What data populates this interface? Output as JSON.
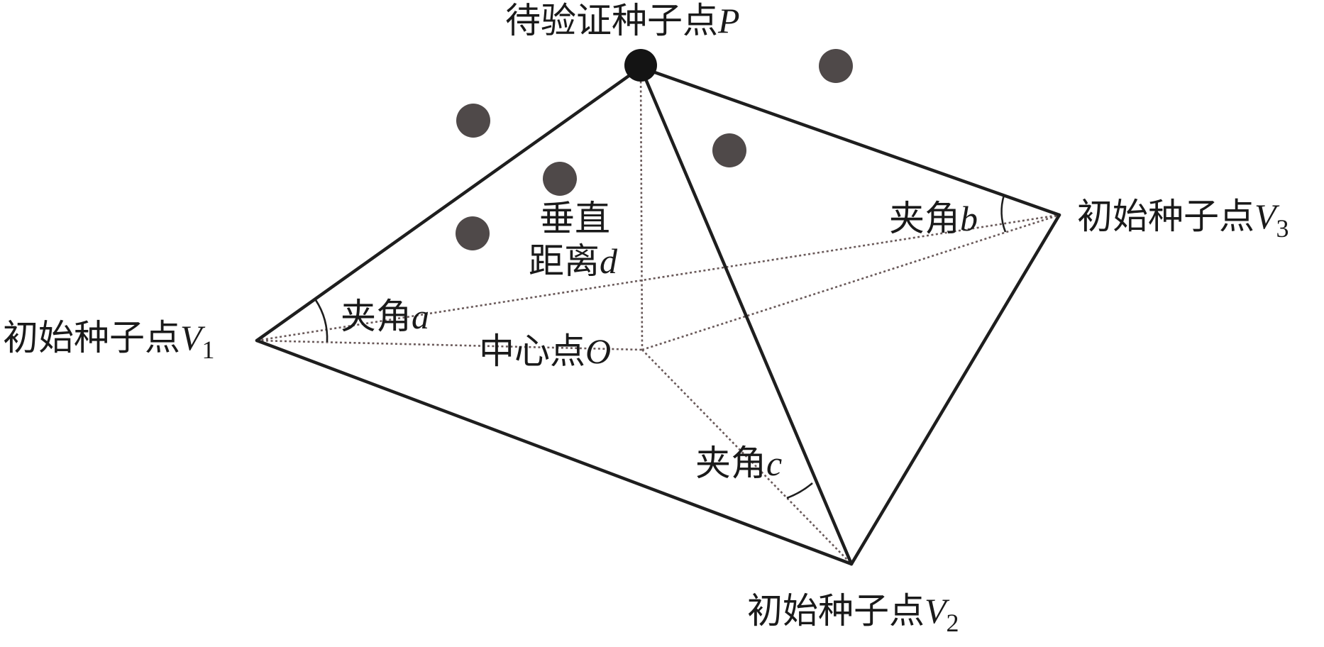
{
  "labels": {
    "test_seed_point": {
      "text": "待验证种子点",
      "var": "P"
    },
    "seed_v1": {
      "text": "初始种子点",
      "var": "V",
      "sub": "1"
    },
    "seed_v2": {
      "text": "初始种子点",
      "var": "V",
      "sub": "2"
    },
    "seed_v3": {
      "text": "初始种子点",
      "var": "V",
      "sub": "3"
    },
    "center_point": {
      "text": "中心点",
      "var": "O"
    },
    "vertical_distance": {
      "line1": "垂直",
      "line2": "距离",
      "var": "d"
    },
    "angle_a": {
      "text": "夹角",
      "var": "a"
    },
    "angle_b": {
      "text": "夹角",
      "var": "b"
    },
    "angle_c": {
      "text": "夹角",
      "var": "c"
    }
  },
  "colors": {
    "solid_edge": "#1e1e1e",
    "dotted_edge": "#6a5a5a",
    "test_point": "#141414",
    "candidate_points": "#4f4949"
  }
}
